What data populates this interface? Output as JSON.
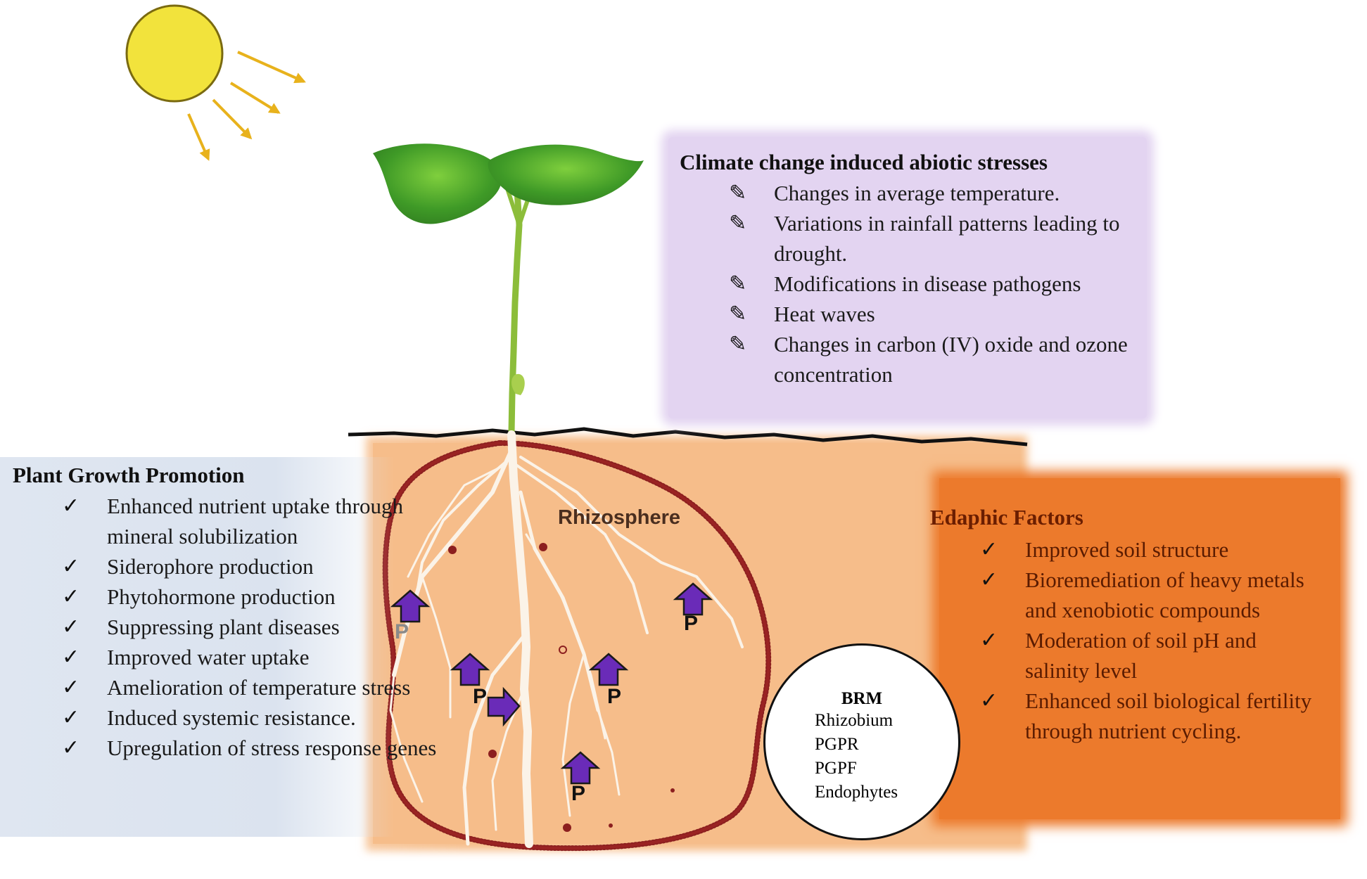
{
  "climate": {
    "title": "Climate change induced abiotic stresses",
    "items": [
      "Changes in average temperature.",
      "Variations in rainfall patterns leading to drought.",
      "Modifications in disease pathogens",
      "Heat waves",
      "Changes in carbon (IV) oxide and ozone concentration"
    ]
  },
  "growth": {
    "title": "Plant Growth Promotion",
    "items": [
      "Enhanced nutrient uptake through mineral solubilization",
      "Siderophore production",
      "Phytohormone production",
      "Suppressing plant diseases",
      "Improved water uptake",
      "Amelioration of temperature stress",
      "Induced systemic resistance.",
      "Upregulation of stress response genes"
    ]
  },
  "edaphic": {
    "title": "Edaphic Factors",
    "items": [
      "Improved soil structure",
      "Bioremediation of heavy metals and xenobiotic compounds",
      "Moderation of soil pH and salinity level",
      "Enhanced soil biological fertility through nutrient cycling."
    ]
  },
  "brm": {
    "title": "BRM",
    "items": [
      "Rhizobium",
      "PGPR",
      "PGPF",
      "Endophytes"
    ]
  },
  "rhizosphere_label": "Rhizosphere",
  "phosphorus_label": "P",
  "colors": {
    "sun": "#f2e33c",
    "sun_rays": "#e8b21c",
    "soil": "#f6bd8a",
    "rhizosphere_boundary": "#8c1f1f",
    "climate_panel": "#e3d4f1",
    "growth_panel": "#dfe6f1",
    "edaphic_panel": "#ec7a2c",
    "arrows": "#6a2bb8"
  },
  "icons": {
    "climate_bullet": "pencil-icon",
    "growth_bullet": "check-icon",
    "edaphic_bullet": "check-icon"
  }
}
